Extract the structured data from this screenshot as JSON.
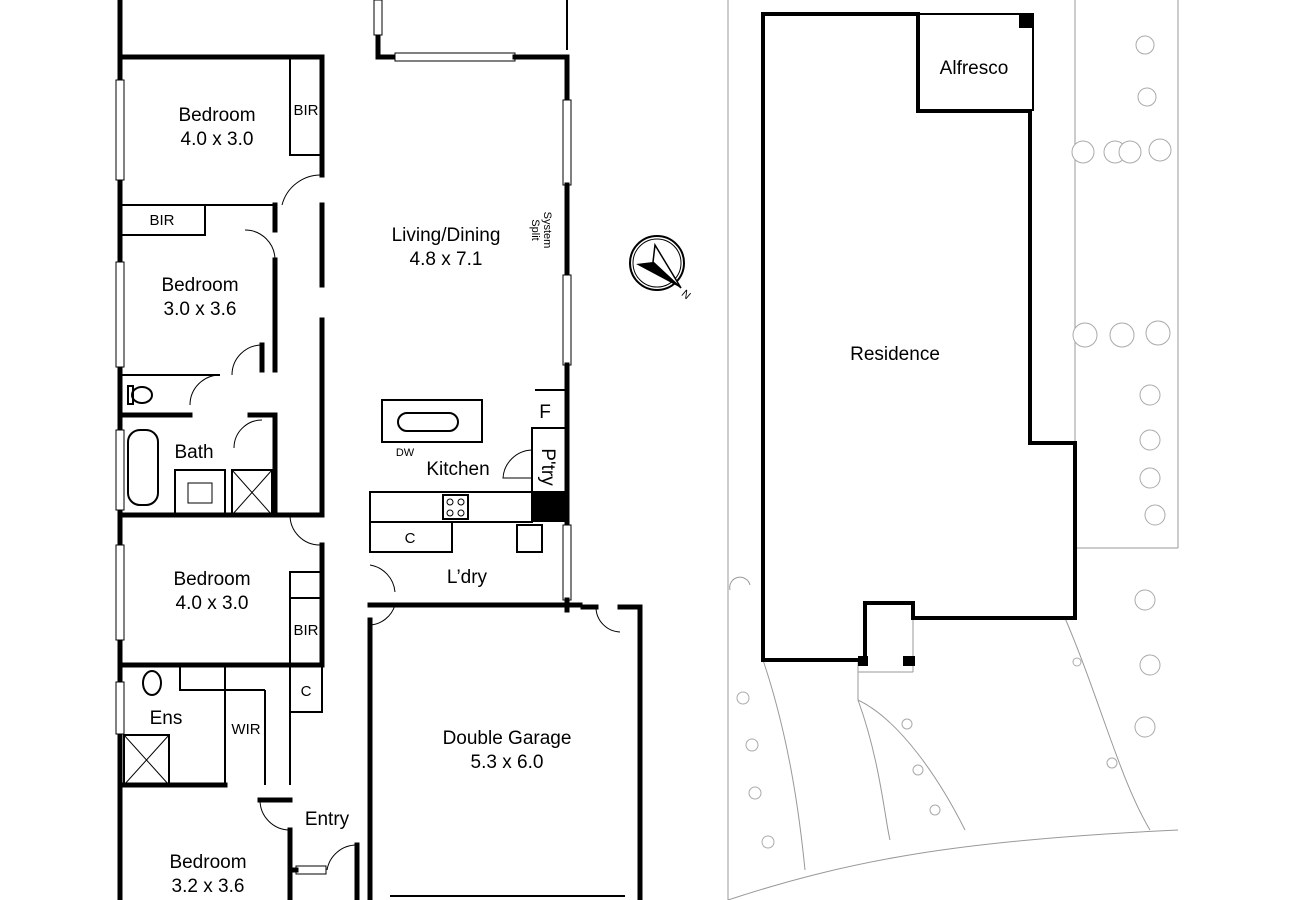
{
  "floor_plan": {
    "rooms": [
      {
        "name": "Bedroom",
        "size": "4.0 x 3.0"
      },
      {
        "name": "Bedroom",
        "size": "3.0 x 3.6"
      },
      {
        "name": "Bedroom",
        "size": "4.0 x 3.0"
      },
      {
        "name": "Bedroom",
        "size": "3.2 x 3.6"
      },
      {
        "name": "Living/Dining",
        "size": "4.8 x 7.1"
      },
      {
        "name": "Double Garage",
        "size": "5.3 x 6.0"
      }
    ],
    "labels": {
      "bir": "BIR",
      "bath": "Bath",
      "kitchen": "Kitchen",
      "dw": "DW",
      "fridge": "F",
      "pantry": "P'try",
      "cupboard": "C",
      "laundry": "L’dry",
      "ensuite": "Ens",
      "wir": "WIR",
      "entry": "Entry",
      "split_line1": "Split",
      "split_line2": "System",
      "north": "N"
    }
  },
  "site_plan": {
    "alfresco": "Alfresco",
    "residence": "Residence"
  }
}
